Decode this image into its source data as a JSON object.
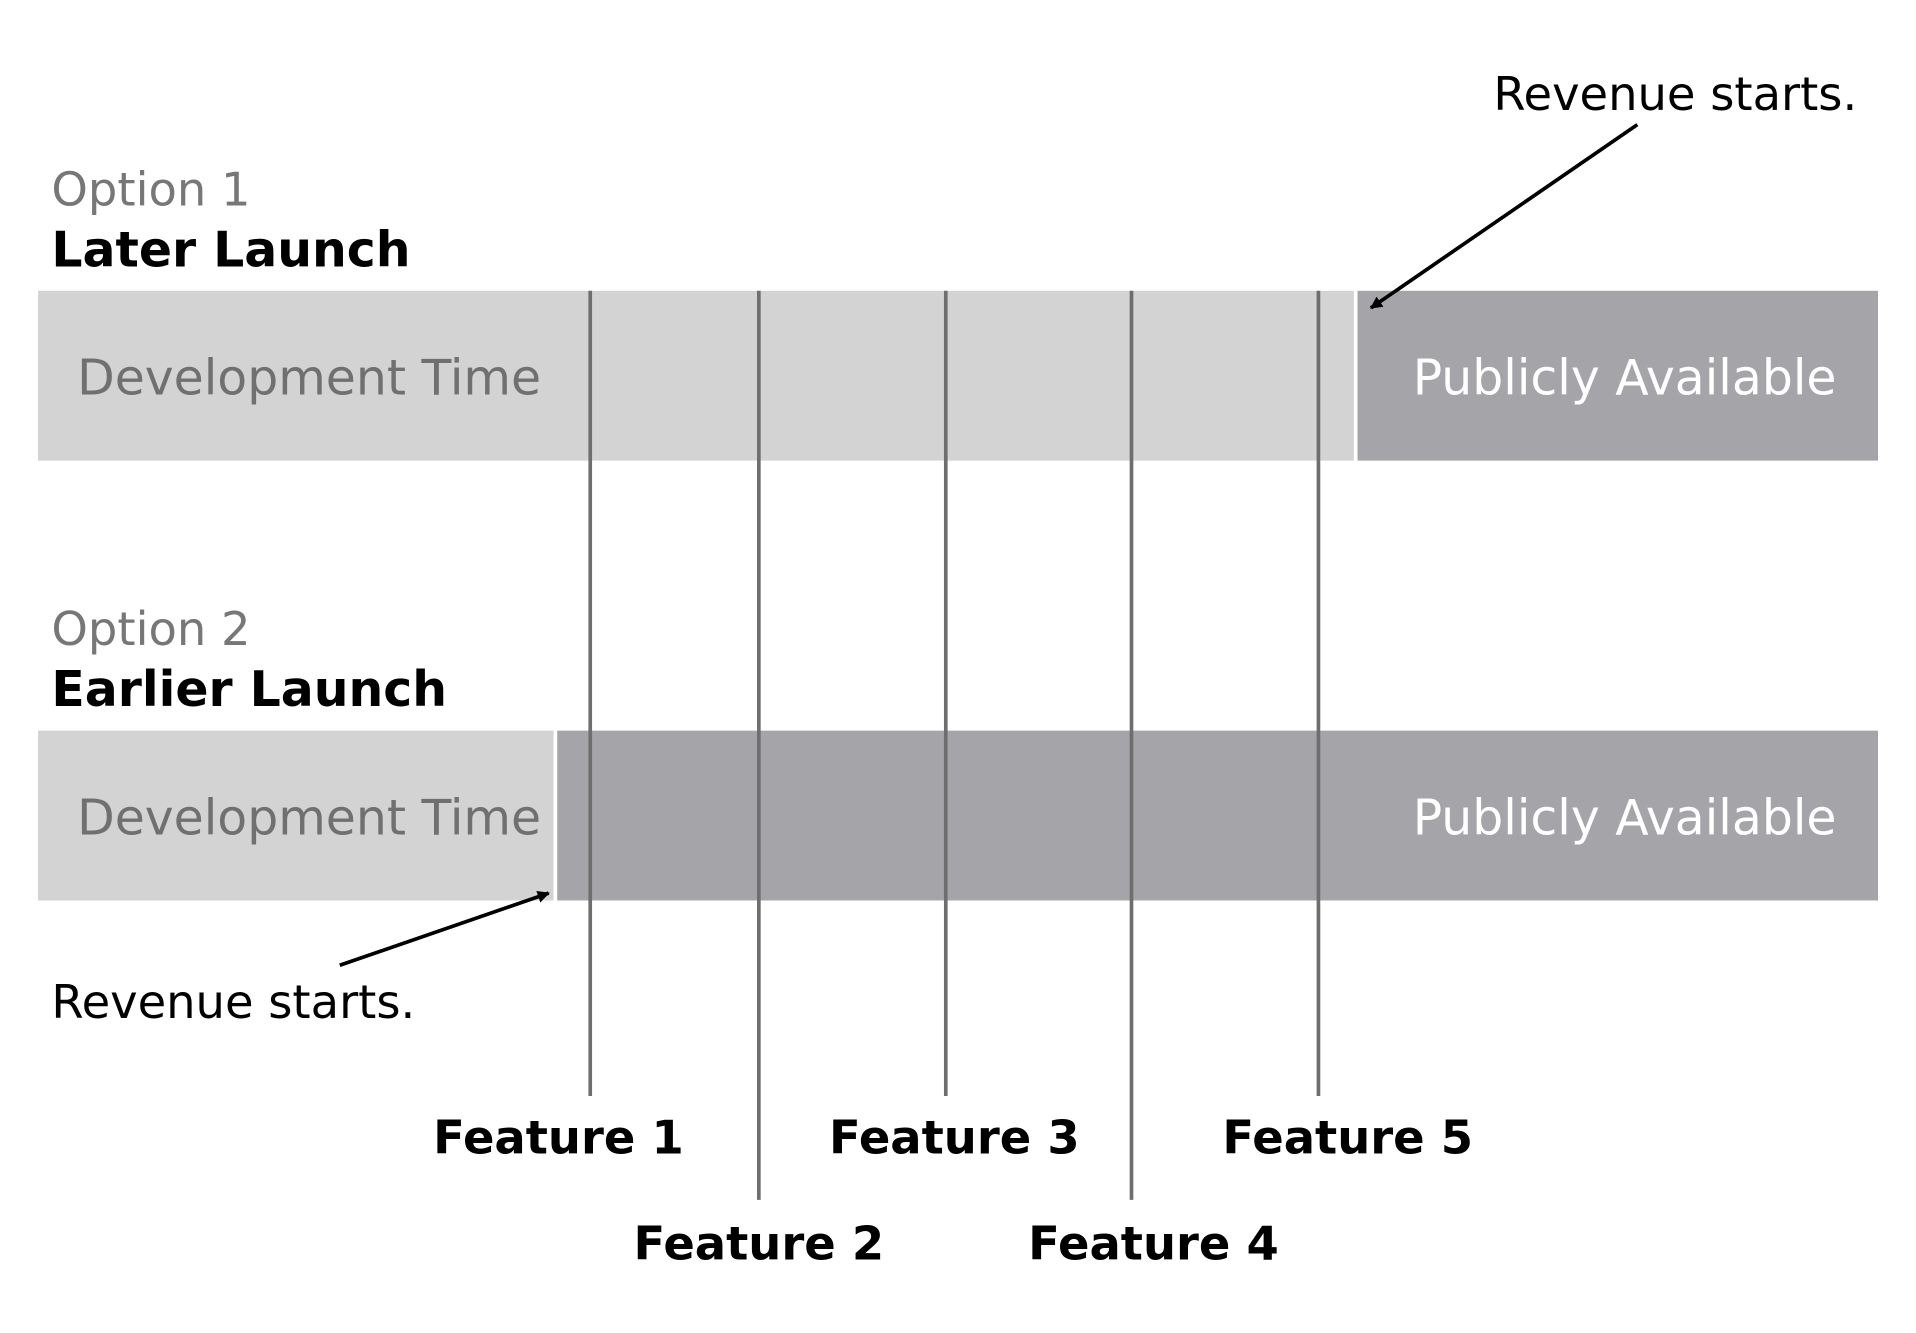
{
  "option1": {
    "label": "Option 1",
    "title": "Later Launch",
    "development": "Development Time",
    "public": "Publicly Available",
    "annotation": "Revenue starts."
  },
  "option2": {
    "label": "Option 2",
    "title": "Earlier Launch",
    "development": "Development Time",
    "public": "Publicly Available",
    "annotation": "Revenue starts."
  },
  "features": [
    "Feature 1",
    "Feature 2",
    "Feature 3",
    "Feature 4",
    "Feature 5"
  ],
  "colors": {
    "development": "#d3d3d3",
    "public": "#a5a4a8",
    "feature_line": "#6e6e6e"
  }
}
